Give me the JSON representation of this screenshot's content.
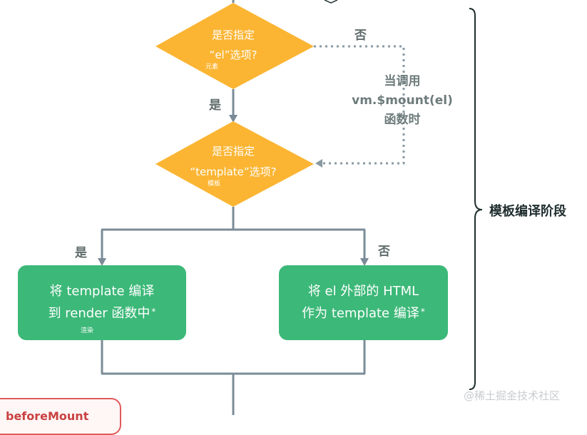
{
  "diagram": {
    "decision1": {
      "line1": "是否指定",
      "line2": "“el”选项?",
      "sub": "元素"
    },
    "decision2": {
      "line1": "是否指定",
      "line2": "“template”选项?",
      "sub": "模板"
    },
    "yes_label": "是",
    "no_label": "否",
    "mount_note": {
      "line1": "当调用",
      "line2": "vm.$mount(el)",
      "line3": "函数时"
    },
    "box_left": {
      "line1": "将 template 编译",
      "line2": "到 render 函数中",
      "mark": "*",
      "sub": "渲染"
    },
    "box_right": {
      "line1": "将 el 外部的 HTML",
      "line2": "作为 template 编译",
      "mark": "*"
    },
    "phase_label": "模板编译阶段",
    "partial_box_label": "beforeMount",
    "watermark": "@稀土掘金技术社区",
    "colors": {
      "decision": "#fbb533",
      "process": "#3cb878",
      "line": "#7b8c98",
      "dashed": "#8a9aa3",
      "bracket": "#1f2d2d",
      "mount_border": "#e05a5a"
    }
  }
}
